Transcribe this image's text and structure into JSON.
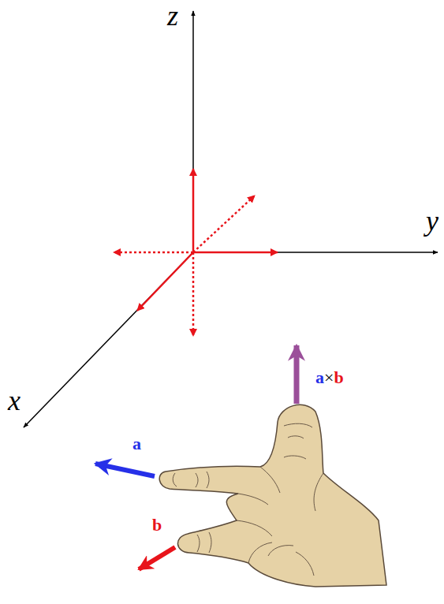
{
  "diagram": {
    "labels": [
      "z",
      "y",
      "x",
      "a",
      "b",
      "a×b"
    ]
  }
}
